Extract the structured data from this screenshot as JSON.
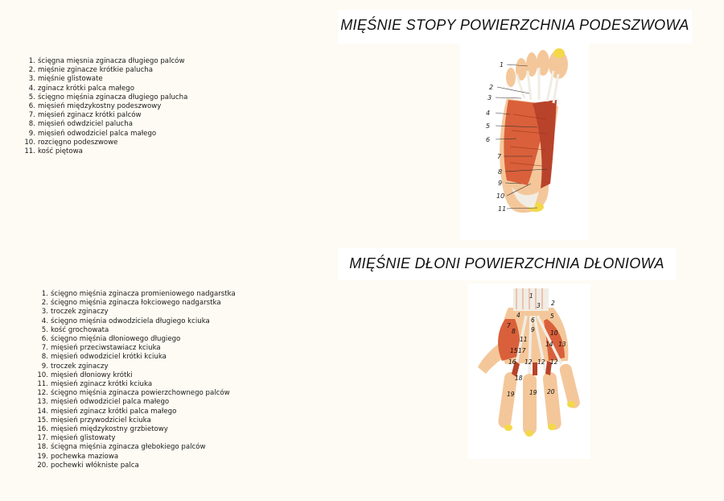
{
  "foot": {
    "title": "MIĘŚNIE STOPY POWIERZCHNIA PODESZWOWA",
    "legend": [
      {
        "num": "1.",
        "text": "ścięgna mięsnia zginacza długiego palców"
      },
      {
        "num": "2.",
        "text": "mięśnie zginacze krótkie palucha"
      },
      {
        "num": "3.",
        "text": "mięśnie glistowate"
      },
      {
        "num": "4.",
        "text": "zginacz krótki palca małego"
      },
      {
        "num": "5.",
        "text": "ścięgno mięśnia zginacza długiego palucha"
      },
      {
        "num": "6.",
        "text": "mięsień międzykostny podeszwowy"
      },
      {
        "num": "7.",
        "text": "mięsień zginacz krótki palców"
      },
      {
        "num": "8.",
        "text": "mięsień odwdziciel palucha"
      },
      {
        "num": "9.",
        "text": "mięsień odwodziciel palca małego"
      },
      {
        "num": "10.",
        "text": "rozcięgno podeszwowe"
      },
      {
        "num": "11.",
        "text": "kość piętowa"
      }
    ],
    "labels": [
      "1",
      "2",
      "3",
      "4",
      "5",
      "6",
      "7",
      "8",
      "9",
      "10",
      "11"
    ]
  },
  "hand": {
    "title": "MIĘŚNIE DŁONI POWIERZCHNIA DŁONIOWA",
    "legend": [
      {
        "num": "1.",
        "text": "ścięgno mięśnia zginacza promieniowego nadgarstka"
      },
      {
        "num": "2.",
        "text": "ścięgno mięśnia zginacza łokciowego nadgarstka"
      },
      {
        "num": "3.",
        "text": "troczek zginaczy"
      },
      {
        "num": "4.",
        "text": "ścięgno mięśnia odwodziciela długiego kciuka"
      },
      {
        "num": "5.",
        "text": "kość grochowata"
      },
      {
        "num": "6.",
        "text": "ścięgno mięśnia dłoniowego długiego"
      },
      {
        "num": "7.",
        "text": "mięsień przeciwstawiacz kciuka"
      },
      {
        "num": "8.",
        "text": "mięsień odwodziciel krótki kciuka"
      },
      {
        "num": "9.",
        "text": "troczek zginaczy"
      },
      {
        "num": "10.",
        "text": "mięsień dłoniowy krótki"
      },
      {
        "num": "11.",
        "text": "mięsień zginacz krótki kciuka"
      },
      {
        "num": "12.",
        "text": "ścięgno mięśnia zginacza powierzchownego palców"
      },
      {
        "num": "13.",
        "text": "mięsień odwodziciel palca małego"
      },
      {
        "num": "14.",
        "text": "mięsień zginacz krótki palca małego"
      },
      {
        "num": "15.",
        "text": "mięsień przywodziciel kciuka"
      },
      {
        "num": "16.",
        "text": "mięsień międzykostny grzbietowy"
      },
      {
        "num": "17.",
        "text": "mięsień glistowaty"
      },
      {
        "num": "18.",
        "text": "ścięgna mięśnia zginacza głebokiego palców"
      },
      {
        "num": "19.",
        "text": "pochewka maziowa"
      },
      {
        "num": "20.",
        "text": "pochewki włókniste palca"
      }
    ],
    "labels": [
      "1",
      "2",
      "3",
      "4",
      "5",
      "6",
      "7",
      "8",
      "9",
      "10",
      "11",
      "12",
      "13",
      "14",
      "15",
      "16",
      "17",
      "18",
      "19",
      "20"
    ]
  },
  "colors": {
    "muscle": "#d9603a",
    "muscle_dark": "#b8432a",
    "skin": "#f4c79a",
    "tendon": "#f1ede4",
    "bone": "#f3d84a"
  }
}
